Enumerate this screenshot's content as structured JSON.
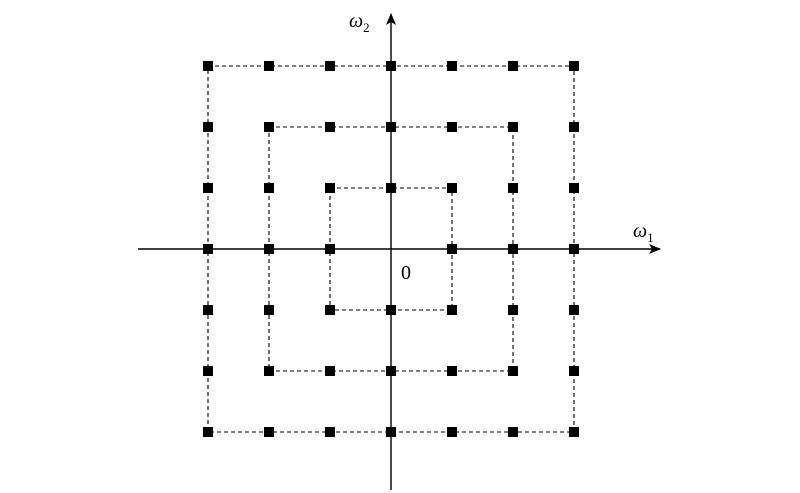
{
  "axes": {
    "horizontal": {
      "symbol": "ω",
      "subscript": "1"
    },
    "vertical": {
      "symbol": "ω",
      "subscript": "2"
    },
    "origin_label": "0"
  },
  "lattice": {
    "indices": [
      -3,
      -2,
      -1,
      0,
      1,
      2,
      3
    ],
    "nested_squares": [
      1,
      2,
      3
    ],
    "point_shape": "filled-square",
    "line_style": "dashed"
  },
  "colors": {
    "ink": "#000000",
    "background": "#ffffff"
  }
}
